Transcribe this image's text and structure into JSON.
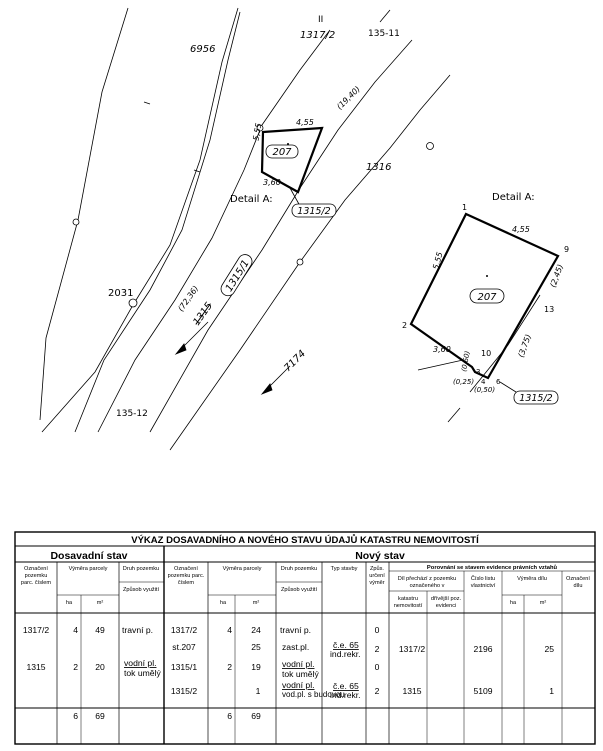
{
  "map": {
    "labels": {
      "p6956": "6956",
      "p1317_2": "1317/2",
      "p135_11": "135-11",
      "roman": "II",
      "d19_40": "(19,40)",
      "p1316": "1316",
      "p2031": "2031",
      "p1315_1": "1315/1",
      "p1315_old": "1315",
      "d72_36": "(72,36)",
      "p7174": "7174",
      "p135_12": "135-12",
      "detail_a_left": "Detail A:",
      "p207_left": "207",
      "p1315_2_left": "1315/2",
      "m455_left": "4,55",
      "m555_left": "5,55",
      "m360_left": "3,60",
      "detail_a_right": "Detail A:",
      "p207_right": "207",
      "p1315_2_right": "1315/2",
      "m455_right": "4,55",
      "m555_right": "5,55",
      "m360_right": "3,60",
      "m245": "(2,45)",
      "m375": "(3,75)",
      "m060": "(0,60)",
      "m025": "(0,25)",
      "m050": "(0,50)",
      "pt1": "1",
      "pt2": "2",
      "pt3": "3",
      "pt4": "4",
      "pt6": "6",
      "pt9": "9",
      "pt10": "10",
      "pt13": "13"
    }
  },
  "table": {
    "title": "VÝKAZ DOSAVADNÍHO A NOVÉHO STAVU ÚDAJŮ KATASTRU NEMOVITOSTÍ",
    "old_state": "Dosavadní stav",
    "new_state": "Nový stav",
    "headers": {
      "old_parcel": [
        "Označení",
        "pozemku",
        "parc. číslem"
      ],
      "old_area": "Výměra parcely",
      "old_kind": "Druh pozemku",
      "old_use": "Způsob využití",
      "ha": "ha",
      "m2": "m²",
      "new_parcel": [
        "Označení",
        "pozemku parc.",
        "číslem"
      ],
      "new_area": "Výměra parcely",
      "new_kind": "Druh pozemku",
      "new_use": "Způsob využití",
      "building_type": "Typ stavby",
      "method": [
        "Způs.",
        "určení",
        "výměr"
      ],
      "comparison": "Porovnání se stavem evidence právních vztahů",
      "transfer": [
        "Díl přechází z pozemku",
        "označeného v"
      ],
      "cadastre": [
        "katastru",
        "nemovitostí"
      ],
      "previous": [
        "dřívější poz.",
        "evidenci"
      ],
      "lv": [
        "Číslo listu",
        "vlastnictví"
      ],
      "part_area": "Výměra dílu",
      "part_mark": [
        "Označení",
        "dílu"
      ]
    },
    "old_rows": [
      {
        "parcel": "1317/2",
        "ha": "4",
        "m2": "49",
        "kind": "travní p."
      },
      {
        "parcel": "1315",
        "ha": "2",
        "m2": "20",
        "kind": "vodní pl.",
        "kind2": "tok umělý"
      }
    ],
    "new_rows": [
      {
        "parcel": "1317/2",
        "ha": "4",
        "m2": "24",
        "kind": "travní p.",
        "kind2": "",
        "btype": "",
        "btype2": "",
        "method": "0",
        "from": "",
        "lv": "",
        "part_m2": ""
      },
      {
        "parcel": "st.207",
        "ha": "",
        "m2": "25",
        "kind": "zast.pl.",
        "kind2": "",
        "btype": "č.e. 65",
        "btype2": "ind.rekr.",
        "method": "2",
        "from": "1317/2",
        "lv": "2196",
        "part_m2": "25"
      },
      {
        "parcel": "1315/1",
        "ha": "2",
        "m2": "19",
        "kind": "vodní pl.",
        "kind2": "tok umělý",
        "btype": "",
        "btype2": "",
        "method": "0",
        "from": "",
        "lv": "",
        "part_m2": ""
      },
      {
        "parcel": "1315/2",
        "ha": "",
        "m2": "1",
        "kind": "vodní pl.",
        "kind2": "vod.pl. s budovou",
        "btype": "č.e. 65",
        "btype2": "ind.rekr.",
        "method": "2",
        "from": "1315",
        "lv": "5109",
        "part_m2": "1"
      }
    ],
    "totals": {
      "old_ha": "6",
      "old_m2": "69",
      "new_ha": "6",
      "new_m2": "69"
    }
  }
}
